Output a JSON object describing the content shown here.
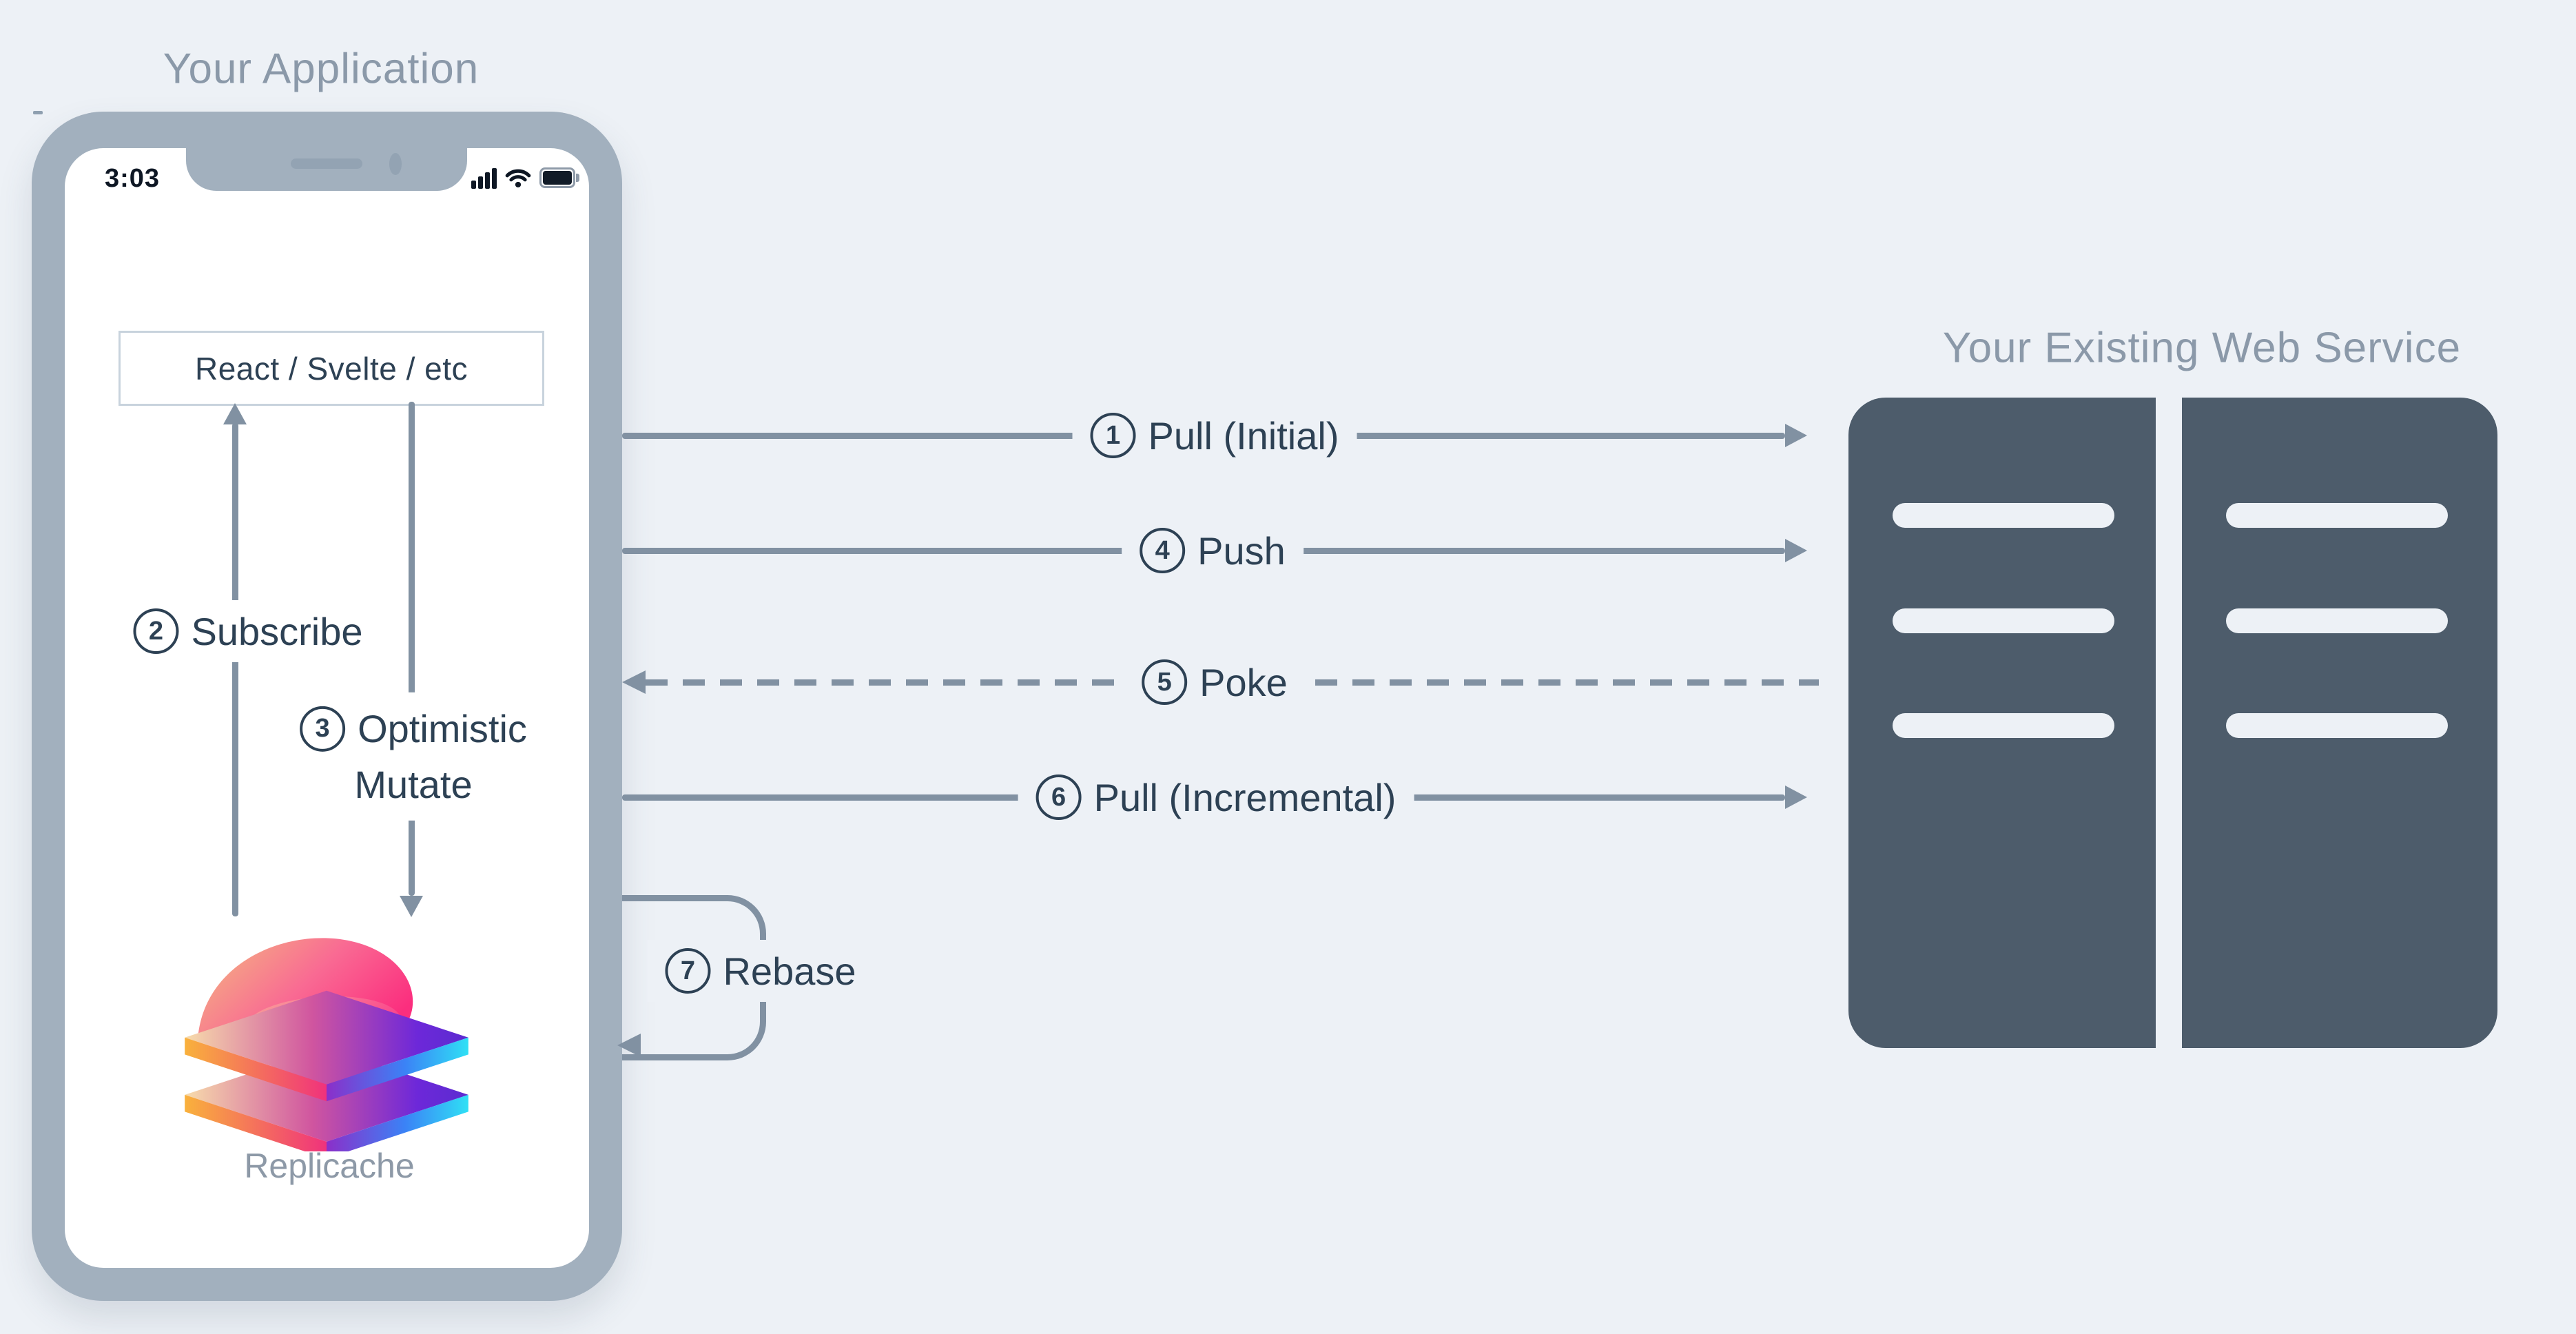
{
  "titles": {
    "application": "Your Application",
    "web_service": "Your Existing Web Service"
  },
  "phone": {
    "status_time": "3:03",
    "framework_box": "React / Svelte / etc",
    "logo_label": "Replicache",
    "status_icons": [
      "signal-icon",
      "wifi-icon",
      "battery-icon"
    ]
  },
  "flows": {
    "pull_initial": {
      "num": "1",
      "label": "Pull (Initial)"
    },
    "subscribe": {
      "num": "2",
      "label": "Subscribe"
    },
    "optimistic_mutate": {
      "num": "3",
      "line1": "Optimistic",
      "line2": "Mutate"
    },
    "push": {
      "num": "4",
      "label": "Push"
    },
    "poke": {
      "num": "5",
      "label": "Poke"
    },
    "pull_incremental": {
      "num": "6",
      "label": "Pull (Incremental)"
    },
    "rebase": {
      "num": "7",
      "label": "Rebase"
    }
  },
  "colors": {
    "background": "#edf1f6",
    "phone_frame": "#a2b0be",
    "screen": "#ffffff",
    "server_fill": "#4d5c6b",
    "line": "#8191a2",
    "label_text": "#2d4154",
    "muted_title": "#8b99a9",
    "logo_orange": "#f6a13c",
    "logo_pink": "#fb2e7e",
    "logo_purple": "#6d28d9",
    "logo_cyan": "#2fe0f5"
  }
}
